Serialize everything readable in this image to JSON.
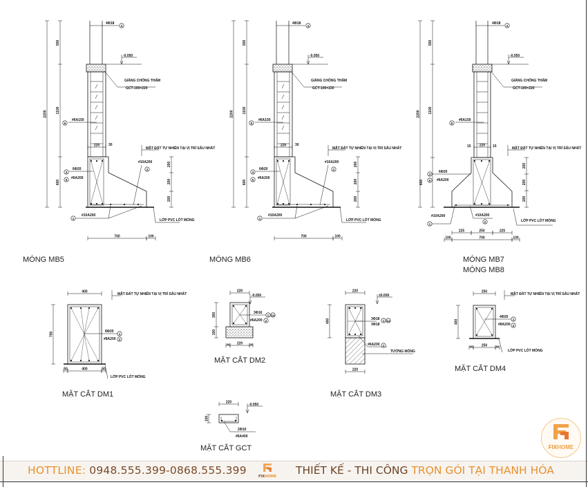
{
  "common": {
    "top_bar": "4Φ18",
    "no4": "4",
    "elev_gct": "-0.050",
    "gct_label": "GIẰNG CHỐNG THẤM",
    "gct_size": "GCT-100×220",
    "stirrup": "#6A150",
    "no6": "6",
    "w220": "220",
    "cover30": "30",
    "cover15": "15",
    "ground": "MẶT ĐẤT TỰ NHIÊN TẠI VỊ TRÍ SÂU NHẤT",
    "main_bar": "6Φ20",
    "no3": "3",
    "tie": "#6A200",
    "no5": "5",
    "bar10": "#10A200",
    "no1": "1",
    "no2": "2",
    "no1a": "1a",
    "pvc": "LỚP PVC LÓT MÓNG",
    "d2200": "2200",
    "d500": "500",
    "d1100": "1100",
    "d600": "600",
    "d200": "200",
    "d700": "700",
    "d100": "100",
    "d225": "225",
    "d250": "250",
    "d400": "400",
    "d50": "50",
    "d300": "300"
  },
  "footings": {
    "mb5": {
      "title": "MÓNG MB5"
    },
    "mb6": {
      "title": "MÓNG MB6"
    },
    "mb7": {
      "title": "MÓNG MB7",
      "title2": "MÓNG MB8"
    }
  },
  "sections": {
    "dm1": {
      "title": "MẶT CẮT DM1",
      "width": "400",
      "height": "700",
      "bar": "8Φ20",
      "tie": "#8A200"
    },
    "dm2": {
      "title": "MẶT CẮT DM2",
      "width": "220",
      "elev": "-0.050",
      "bar": "3Φ16",
      "tie": "#6A200"
    },
    "dm3": {
      "title": "MẶT CẮT DM3",
      "width": "220",
      "elev": "±0.000",
      "bar_top": "3Φ18",
      "bar_bot": "3Φ18",
      "tie": "#6A200",
      "wall": "TƯỜNG MÓNG"
    },
    "dm4": {
      "title": "MẶT CẮT DM4",
      "width": "250",
      "bar": "4Φ20",
      "tie": "#8A200"
    },
    "gct": {
      "title": "MẶT CẮT GCT",
      "width": "220",
      "elev": "-0.050",
      "bar": "2Φ10",
      "tie": "#6A400"
    }
  },
  "footer": {
    "hotline_label": "HOTTLINE: ",
    "hotline_number": "0948.555.399-0868.555.399",
    "slogan_a": "THIẾT KẾ - THI CÔNG ",
    "slogan_b": "TRỌN GÓI TẠI THANH HÓA"
  },
  "brand": {
    "name_a": "FIX",
    "name_b": "HOME",
    "accent": "#e8912e",
    "dark": "#6d4326"
  }
}
